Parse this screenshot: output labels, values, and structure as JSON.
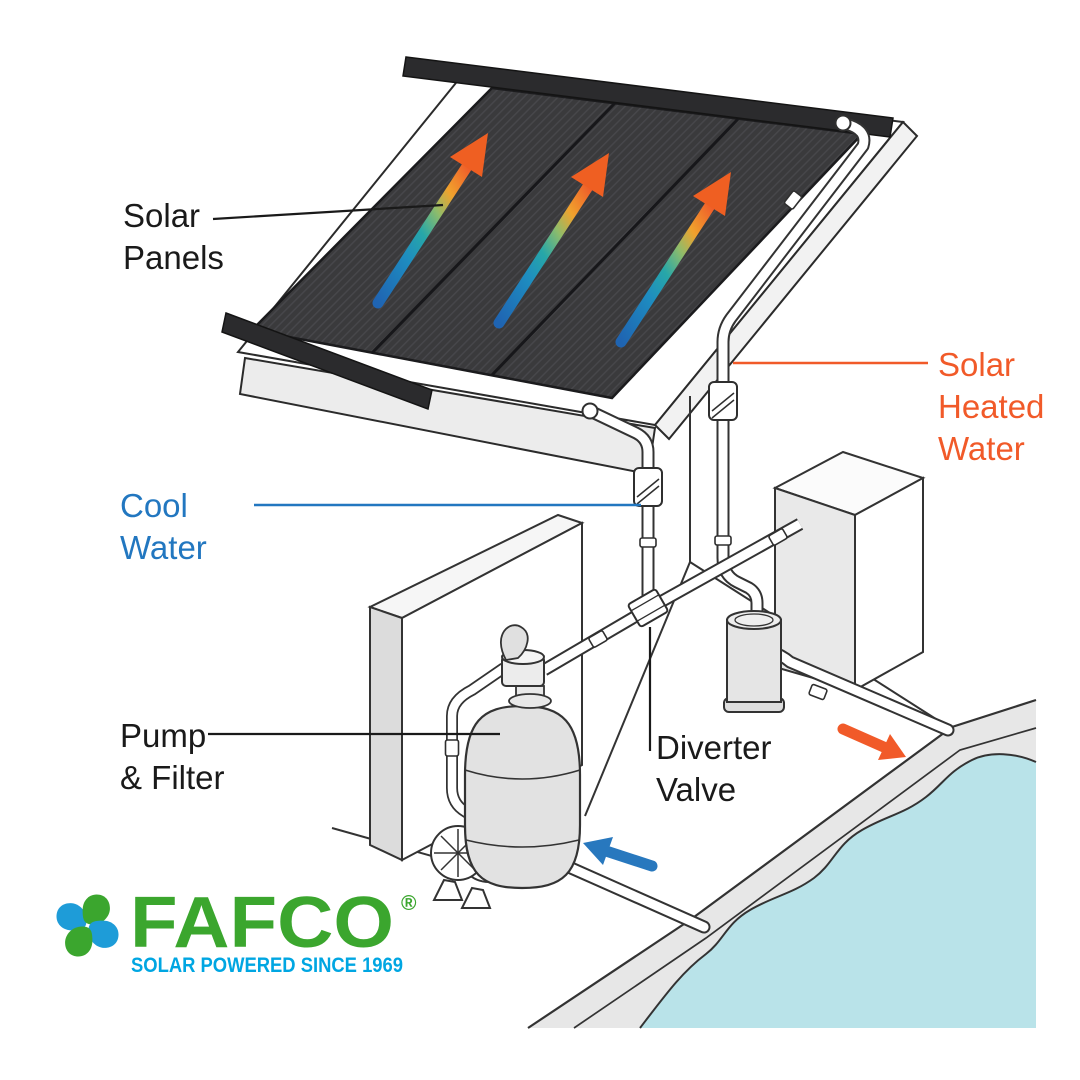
{
  "labels": {
    "solar_panels": {
      "lines": [
        "Solar",
        "Panels"
      ],
      "color": "#1a1a1a"
    },
    "solar_heated_water": {
      "lines": [
        "Solar",
        "Heated",
        "Water"
      ],
      "color": "#f15a29"
    },
    "cool_water": {
      "lines": [
        "Cool",
        "Water"
      ],
      "color": "#2277c0"
    },
    "pump_filter": {
      "lines": [
        "Pump",
        "& Filter"
      ],
      "color": "#1a1a1a"
    },
    "diverter_valve": {
      "lines": [
        "Diverter",
        "Valve"
      ],
      "color": "#1a1a1a"
    }
  },
  "logo": {
    "brand": "FAFCO",
    "registered": "®",
    "tagline": "SOLAR POWERED SINCE 1969",
    "brand_color": "#3ba62e",
    "tagline_color": "#00a6e2",
    "mark_blue": "#1e9cd8",
    "mark_green": "#3ba62e"
  },
  "diagram": {
    "panel_count": 3,
    "colors": {
      "panel_dark": "#3a3a3c",
      "cool_flow_arrow": "#2878be",
      "heated_flow_arrow": "#f15a29",
      "pool_water": "#b9e3e9",
      "structure_gray": "#e9e9e9",
      "outline": "#333333"
    }
  }
}
